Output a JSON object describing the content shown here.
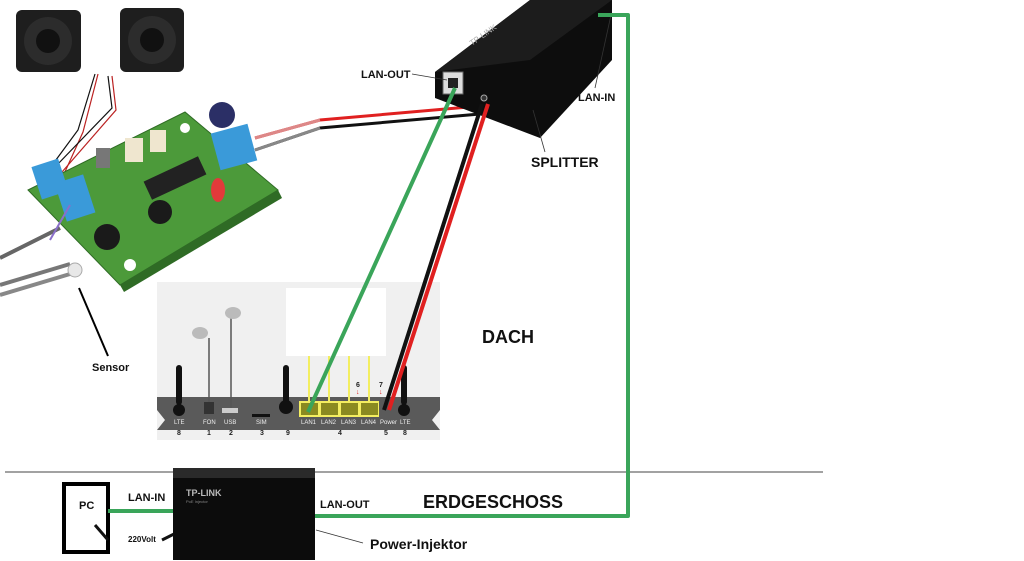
{
  "labels": {
    "splitter_lan_out": "LAN-OUT",
    "splitter_lan_in": "LAN-IN",
    "splitter": "SPLITTER",
    "sensor": "Sensor",
    "dach": "DACH",
    "erdgeschoss": "ERDGESCHOSS",
    "pc": "PC",
    "injector_lan_in": "LAN-IN",
    "injector_lan_out": "LAN-OUT",
    "power_220": "220Volt",
    "power_injector": "Power-Injektor"
  },
  "devices": {
    "splitter_brand": "TP-LINK",
    "injector_brand": "TP-LINK",
    "injector_model": "PoE Injector"
  },
  "router": {
    "ports": [
      "LTE",
      "FON",
      "USB",
      "SIM",
      "LAN1",
      "LAN2",
      "LAN3",
      "LAN4",
      "Power",
      "LTE"
    ],
    "numbers": [
      "8",
      "1",
      "2",
      "3",
      "9",
      "4",
      "5",
      "8"
    ],
    "markers": [
      "6",
      "7"
    ]
  },
  "colors": {
    "lan_cable": "#3aa55a",
    "power_red": "#e02020",
    "power_black": "#111111",
    "pcb_green": "#4c9a3a",
    "terminal_blue": "#3a9ad9",
    "router_body": "#5a5a5a",
    "lan_port": "#8a8a20"
  }
}
